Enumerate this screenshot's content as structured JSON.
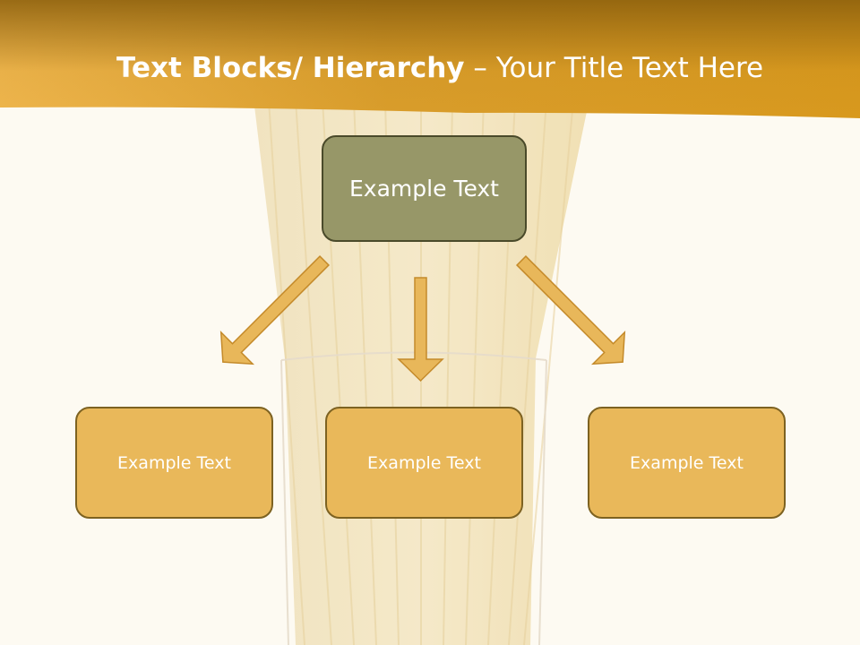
{
  "title": {
    "bold_part": "Text Blocks/ Hierarchy",
    "rest_part": " – Your Title Text Here"
  },
  "hierarchy": {
    "top_box": "Example Text",
    "children": [
      "Example Text",
      "Example Text",
      "Example Text"
    ]
  },
  "colors": {
    "banner_light": "#f0b64a",
    "banner_dark": "#9e6e12",
    "top_box_fill": "#979768",
    "child_box_fill": "#e9b85a",
    "arrow_fill": "#e8b75a",
    "background": "#fdfaf2"
  }
}
